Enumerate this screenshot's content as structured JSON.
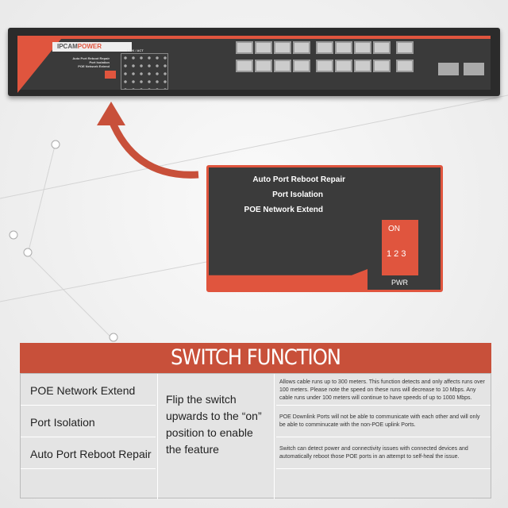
{
  "device": {
    "brand_prefix": "IPCAM",
    "brand_suffix": "POWER",
    "switch_labels": [
      "Auto Port Reboot Repair",
      "Port Isolation",
      "POE Network Extend"
    ],
    "led_header": "LINK / ACT"
  },
  "inset": {
    "labels": [
      "Auto Port Reboot Repair",
      "Port Isolation",
      "POE Network Extend"
    ],
    "dip_on": "ON",
    "dip_numbers": "1 2 3",
    "pwr": "PWR"
  },
  "table": {
    "title": "SWITCH FUNCTION",
    "instruction": "Flip the switch upwards to the “on” position to enable the feature",
    "rows": [
      {
        "name": "POE Network Extend",
        "desc": "Allows cable runs up to 300 meters. This function detects and only affects runs over 100 meters. Please note the speed on these runs will decrease to 10 Mbps. Any cable runs under 100 meters will continue to have speeds of up to 1000 Mbps."
      },
      {
        "name": "Port Isolation",
        "desc": "POE Downlink Ports will not be able to communicate with each other and will only be able to comminucate with the non-POE uplink Ports."
      },
      {
        "name": "Auto Port Reboot Repair",
        "desc": "Switch can detect power and connectivity issues with connected devices and automatically reboot those POE ports in an attempt to self-heal the issue."
      }
    ]
  },
  "colors": {
    "accent": "#e0553e",
    "header": "#c8503a"
  }
}
